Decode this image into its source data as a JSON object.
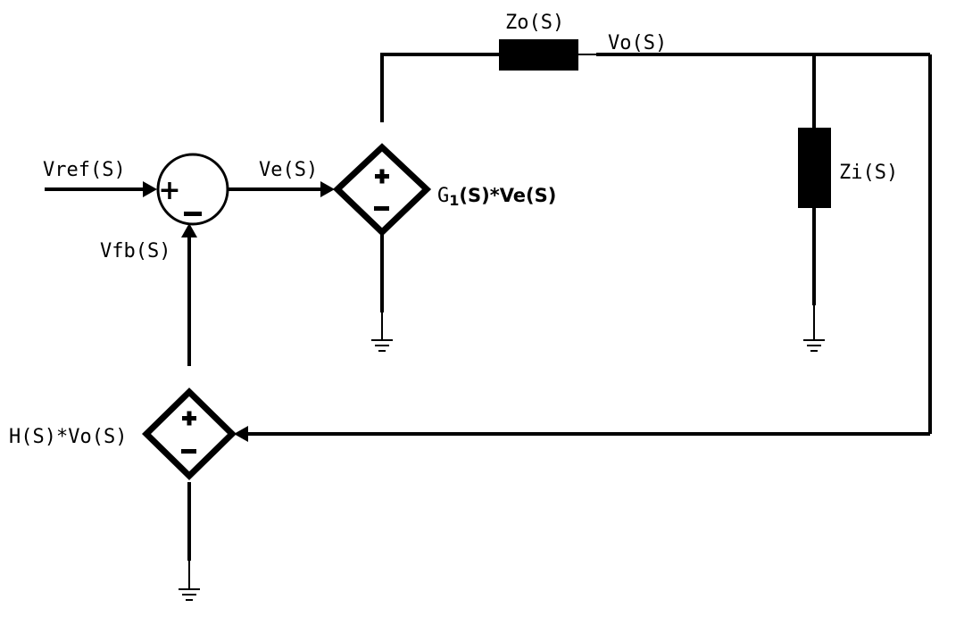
{
  "labels": {
    "vref": "Vref(S)",
    "ve": "Ve(S)",
    "vfb": "Vfb(S)",
    "zo": "Zo(S)",
    "vo": "Vo(S)",
    "zi": "Zi(S)",
    "g1_prefix": "G",
    "g1_sub": "1",
    "g1_expr": "(S)*Ve(S)",
    "h_source": "H(S)*Vo(S)"
  },
  "signs": {
    "summer_plus": "+",
    "summer_minus": "−",
    "source_plus": "+",
    "source_minus": "−"
  }
}
